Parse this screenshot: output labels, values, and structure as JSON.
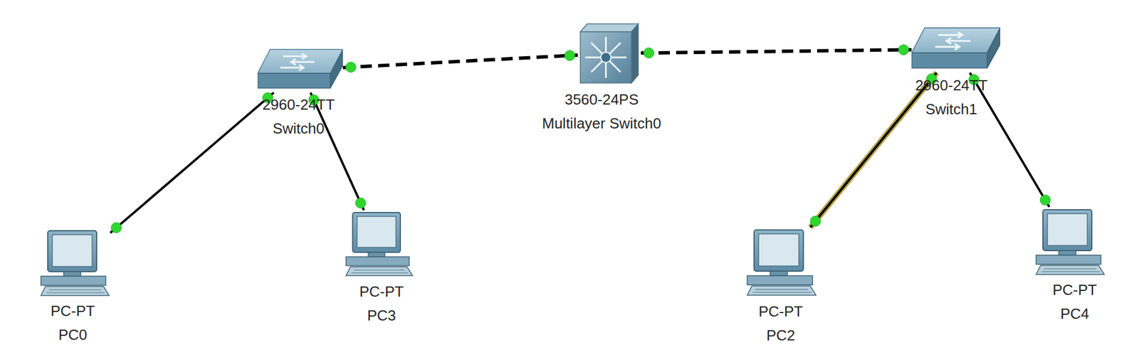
{
  "diagram": {
    "nodes": [
      {
        "text": [
          "2960-24TT",
          "Switch0"
        ]
      },
      {
        "text": [
          "3560-24PS",
          "Multilayer Switch0"
        ]
      },
      {
        "text": [
          "2960-24TT",
          "Switch1"
        ]
      },
      {
        "text": [
          "PC-PT",
          "PC0"
        ]
      },
      {
        "text": [
          "PC-PT",
          "PC3"
        ]
      },
      {
        "text": [
          "PC-PT",
          "PC2"
        ]
      },
      {
        "text": [
          "PC-PT",
          "PC4"
        ]
      }
    ],
    "edges": [
      {
        "from": 0,
        "to": 1,
        "arrow": "none"
      },
      {
        "from": 1,
        "to": 2,
        "arrow": "none"
      },
      {
        "from": 0,
        "to": 3,
        "arrow": "none"
      },
      {
        "from": 0,
        "to": 4,
        "arrow": "none"
      },
      {
        "from": 2,
        "to": 5,
        "arrow": "none"
      },
      {
        "from": 2,
        "to": 6,
        "arrow": "none"
      }
    ]
  }
}
